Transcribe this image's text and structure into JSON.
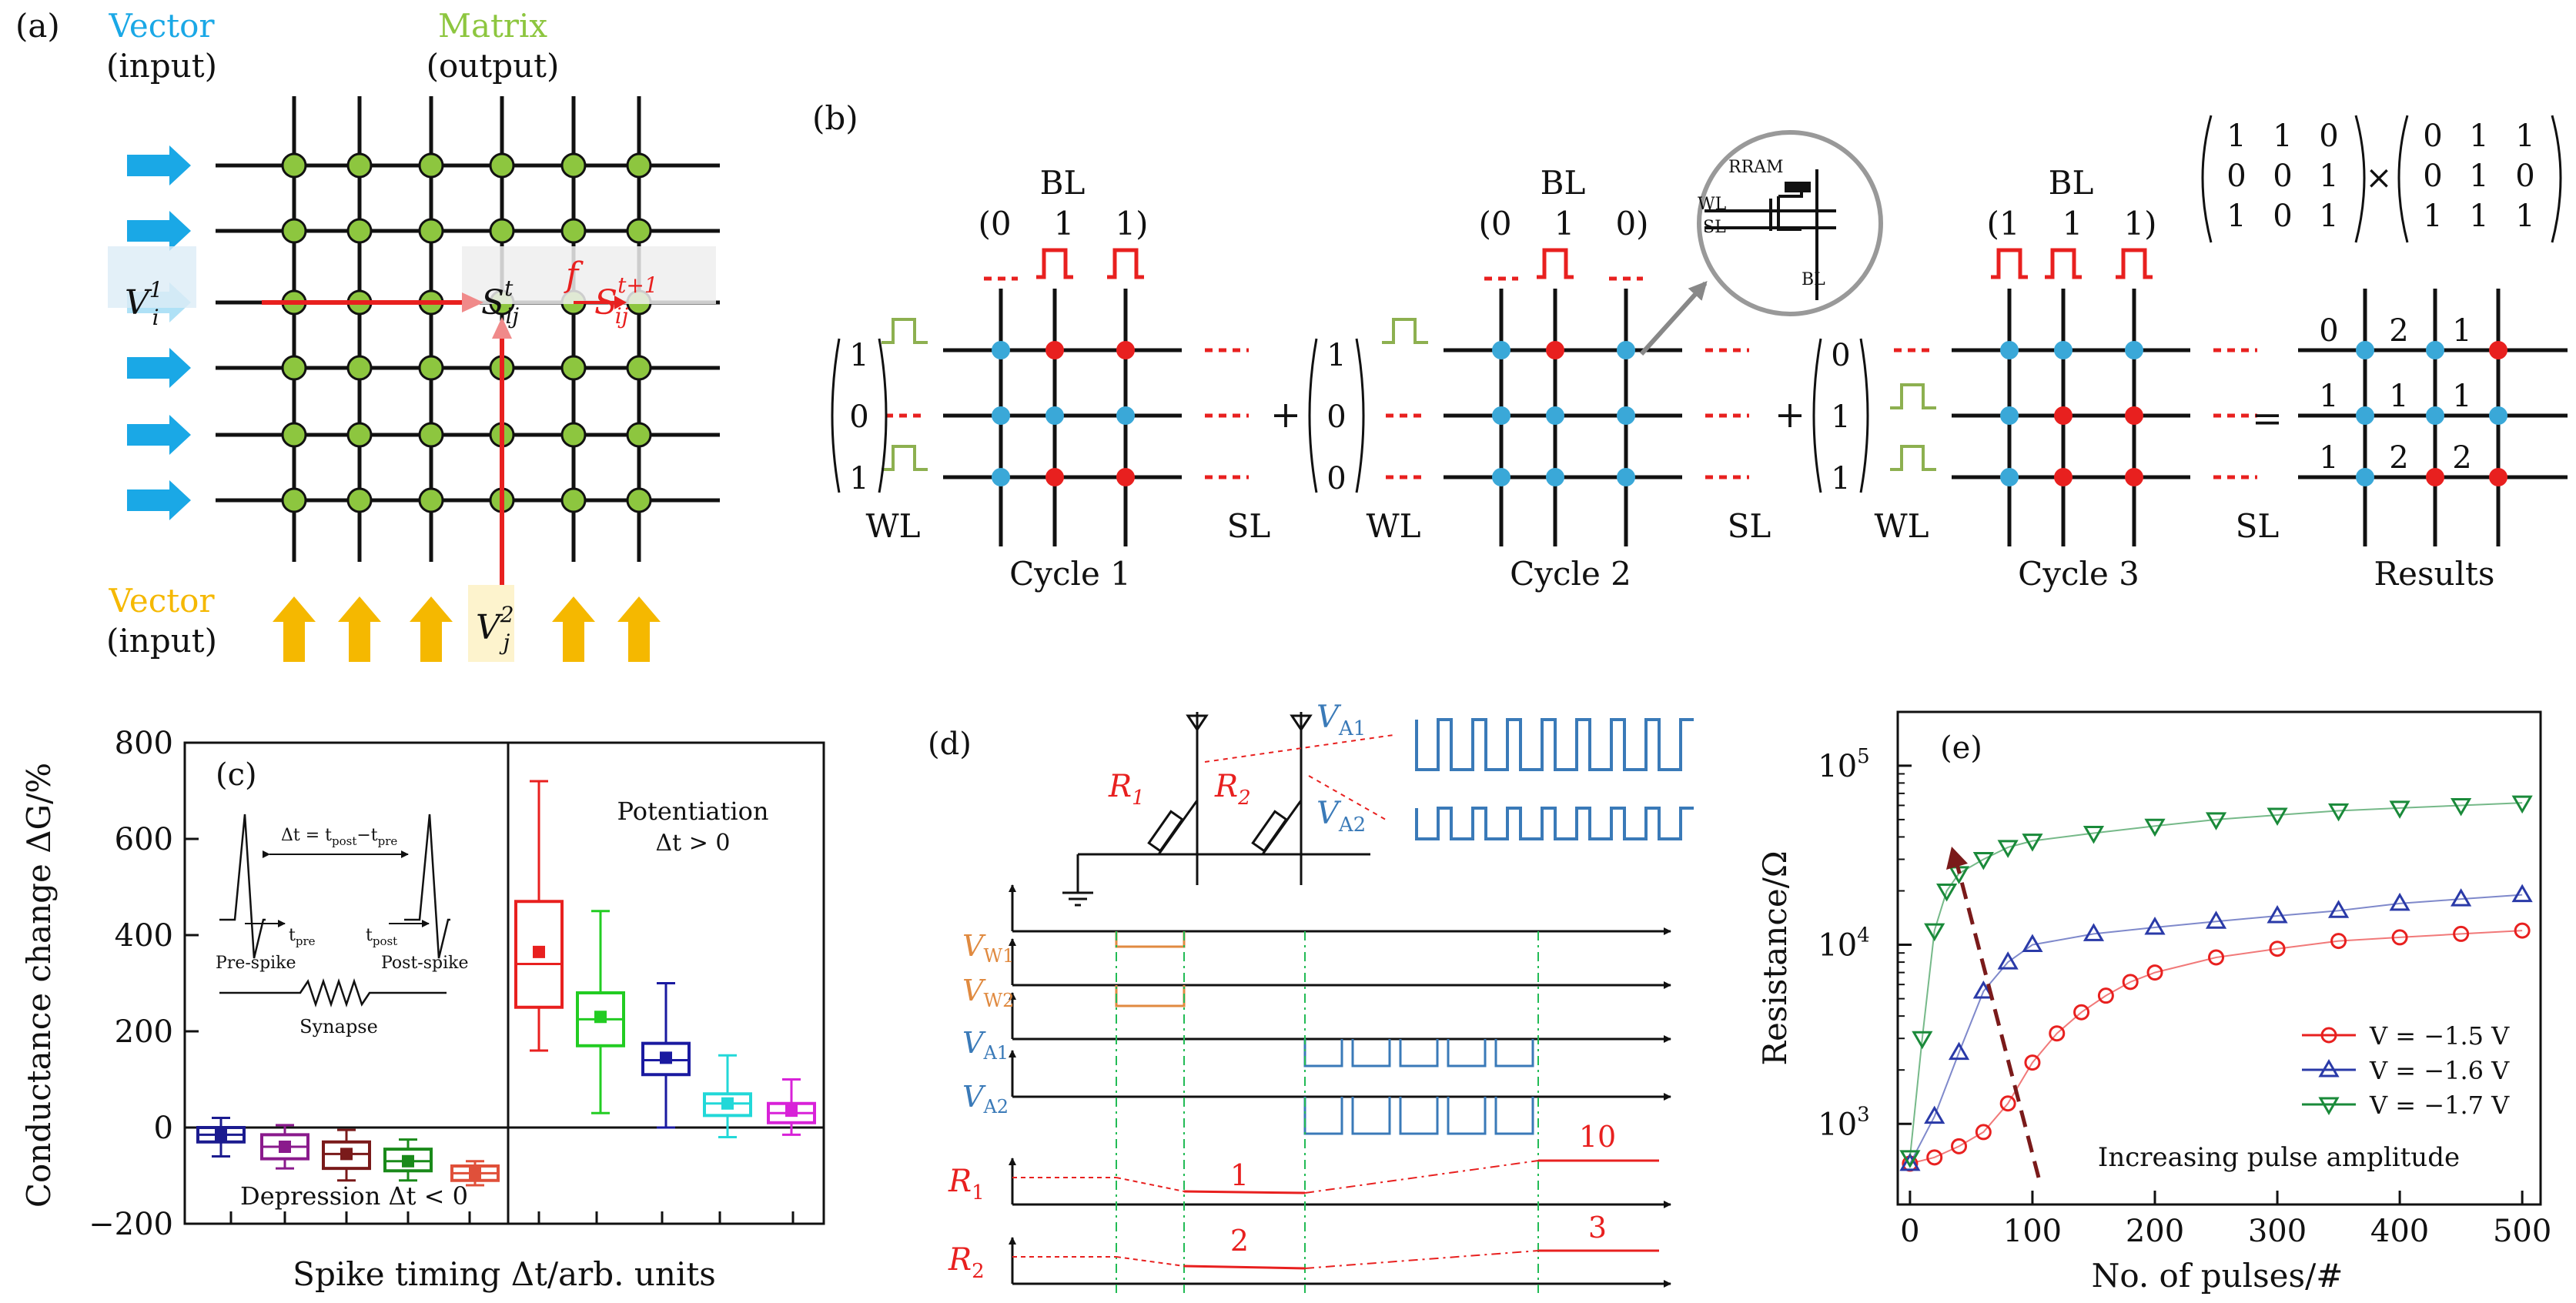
{
  "panel_a": {
    "label": "(a)",
    "vector_top": "Vector",
    "input_top": "(input)",
    "matrix": "Matrix",
    "output": "(output)",
    "vector_bottom": "Vector",
    "input_bottom": "(input)",
    "vi": "V",
    "vi_sup": "1",
    "vi_sub": "i",
    "vj": "V",
    "vj_sup": "2",
    "vj_sub": "j",
    "s_t": "S",
    "s_t_sup": "t",
    "s_sub": "ij",
    "f": "f",
    "s_t1": "S",
    "s_t1_sup": "t+1",
    "colors": {
      "node": "#8dc63f",
      "arrow_left": "#1aa8e6",
      "arrow_bottom": "#f5b800",
      "path": "#e8201f"
    }
  },
  "panel_b": {
    "label": "(b)",
    "bl": "BL",
    "wl": "WL",
    "sl": "SL",
    "rram": "RRAM",
    "inset_wl": "WL",
    "inset_sl": "SL",
    "inset_bl": "BL",
    "cycles": [
      {
        "label": "Cycle 1",
        "bl_vector": [
          "(0",
          "1",
          "1)"
        ],
        "vector": [
          "1",
          "0",
          "1"
        ]
      },
      {
        "label": "Cycle 2",
        "bl_vector": [
          "(0",
          "1",
          "0)"
        ],
        "vector": [
          "1",
          "0",
          "0"
        ]
      },
      {
        "label": "Cycle 3",
        "bl_vector": [
          "(1",
          "1",
          "1)"
        ],
        "vector": [
          "0",
          "1",
          "1"
        ]
      }
    ],
    "plus": "+",
    "equals": "=",
    "times": "×",
    "matrix_a": [
      [
        "1",
        "1",
        "0"
      ],
      [
        "0",
        "0",
        "1"
      ],
      [
        "1",
        "0",
        "1"
      ]
    ],
    "matrix_b": [
      [
        "0",
        "1",
        "1"
      ],
      [
        "0",
        "1",
        "0"
      ],
      [
        "1",
        "1",
        "1"
      ]
    ],
    "results_label": "Results",
    "results": [
      [
        "0",
        "2",
        "1"
      ],
      [
        "1",
        "1",
        "1"
      ],
      [
        "1",
        "2",
        "2"
      ]
    ],
    "colors": {
      "on": "#e8201f",
      "off": "#3aa8d8",
      "pulse_bl": "#e8201f",
      "pulse_wl": "#8db050"
    }
  },
  "panel_c": {
    "label": "(c)",
    "ylabel": "Conductance change ΔG/%",
    "xlabel": "Spike timing Δt/arb. units",
    "potentiation": "Potentiation",
    "pot_cond": "Δt > 0",
    "depression": "Depression  Δt < 0",
    "dt_eq": "Δt = t",
    "dt_post": "post",
    "dt_minus": "−t",
    "dt_pre": "pre",
    "t_pre": "t",
    "t_pre_sub": "pre",
    "t_post": "t",
    "t_post_sub": "post",
    "pre_spike": "Pre-spike",
    "post_spike": "Post-spike",
    "synapse": "Synapse"
  },
  "chart_c": {
    "type": "box",
    "ylim": [
      -200,
      800
    ],
    "yticks": [
      "800",
      "600",
      "400",
      "200",
      "0",
      "−200"
    ],
    "boxes": [
      {
        "color": "#1b1b8f",
        "q1": -30,
        "median": -15,
        "q3": 0,
        "mean": -15,
        "min": -60,
        "max": 20
      },
      {
        "color": "#8a1a8c",
        "q1": -65,
        "median": -40,
        "q3": -15,
        "mean": -40,
        "min": -85,
        "max": 5
      },
      {
        "color": "#7a1a1a",
        "q1": -85,
        "median": -55,
        "q3": -30,
        "mean": -55,
        "min": -110,
        "max": -5
      },
      {
        "color": "#1a8a1a",
        "q1": -90,
        "median": -70,
        "q3": -45,
        "mean": -70,
        "min": -110,
        "max": -25
      },
      {
        "color": "#e0503a",
        "q1": -110,
        "median": -95,
        "q3": -80,
        "mean": -95,
        "min": -120,
        "max": -70
      },
      {
        "color": "#e8201f",
        "q1": 250,
        "median": 340,
        "q3": 470,
        "mean": 365,
        "min": 160,
        "max": 720
      },
      {
        "color": "#22cc22",
        "q1": 170,
        "median": 225,
        "q3": 280,
        "mean": 230,
        "min": 30,
        "max": 450
      },
      {
        "color": "#1a1aa0",
        "q1": 110,
        "median": 140,
        "q3": 175,
        "mean": 145,
        "min": 0,
        "max": 300
      },
      {
        "color": "#22d8d8",
        "q1": 25,
        "median": 50,
        "q3": 70,
        "mean": 50,
        "min": -20,
        "max": 150
      },
      {
        "color": "#d822d8",
        "q1": 10,
        "median": 30,
        "q3": 50,
        "mean": 35,
        "min": -15,
        "max": 100
      }
    ]
  },
  "panel_d": {
    "label": "(d)",
    "r1": "R",
    "r1_sub": "1",
    "r2": "R",
    "r2_sub": "2",
    "va1": "V",
    "va1_sub": "A1",
    "va2": "V",
    "va2_sub": "A2",
    "vw1": "V",
    "vw1_sub": "W1",
    "vw2": "V",
    "vw2_sub": "W2",
    "row_va1": "V",
    "row_va1_sub": "A1",
    "row_va2": "V",
    "row_va2_sub": "A2",
    "row_r1": "R",
    "row_r1_sub": "1",
    "row_r2": "R",
    "row_r2_sub": "2",
    "val_1": "1",
    "val_10": "10",
    "val_2": "2",
    "val_3": "3",
    "colors": {
      "write": "#e08a40",
      "read": "#3a7ab8",
      "resist": "#e8201f",
      "guide": "#22bb55"
    }
  },
  "panel_e": {
    "label": "(e)",
    "ylabel": "Resistance/Ω",
    "xlabel": "No. of pulses/#",
    "annotation": "Increasing pulse amplitude",
    "yticks": [
      {
        "base": "10",
        "exp": "3"
      },
      {
        "base": "10",
        "exp": "4"
      },
      {
        "base": "10",
        "exp": "5"
      }
    ],
    "xticks": [
      "0",
      "100",
      "200",
      "300",
      "400",
      "500"
    ],
    "legend": [
      "V = −1.5 V",
      "V = −1.6 V",
      "V = −1.7 V"
    ]
  },
  "chart_e": {
    "type": "scatter",
    "xlim": [
      -10,
      515
    ],
    "ylim_log10": [
      2.55,
      5.3
    ],
    "series": [
      {
        "name": "V = −1.5 V",
        "color": "#e8201f",
        "marker": "circle",
        "x": [
          0,
          20,
          40,
          60,
          80,
          100,
          120,
          140,
          160,
          180,
          200,
          250,
          300,
          350,
          400,
          450,
          500
        ],
        "y": [
          600,
          650,
          750,
          900,
          1300,
          2200,
          3200,
          4200,
          5200,
          6200,
          7000,
          8500,
          9500,
          10500,
          11000,
          11500,
          12000
        ]
      },
      {
        "name": "V = −1.6 V",
        "color": "#2a3aa8",
        "marker": "triangle-up",
        "x": [
          0,
          20,
          40,
          60,
          80,
          100,
          150,
          200,
          250,
          300,
          350,
          400,
          450,
          500
        ],
        "y": [
          600,
          1100,
          2500,
          5500,
          8000,
          10000,
          11500,
          12500,
          13500,
          14500,
          15500,
          17000,
          18000,
          19000
        ]
      },
      {
        "name": "V = −1.7 V",
        "color": "#1a8a3a",
        "marker": "triangle-down",
        "x": [
          0,
          10,
          20,
          30,
          40,
          60,
          80,
          100,
          150,
          200,
          250,
          300,
          350,
          400,
          450,
          500
        ],
        "y": [
          650,
          3000,
          12000,
          20000,
          25000,
          30000,
          35000,
          38000,
          42000,
          46000,
          50000,
          53000,
          56000,
          58000,
          60000,
          62000
        ]
      }
    ]
  }
}
